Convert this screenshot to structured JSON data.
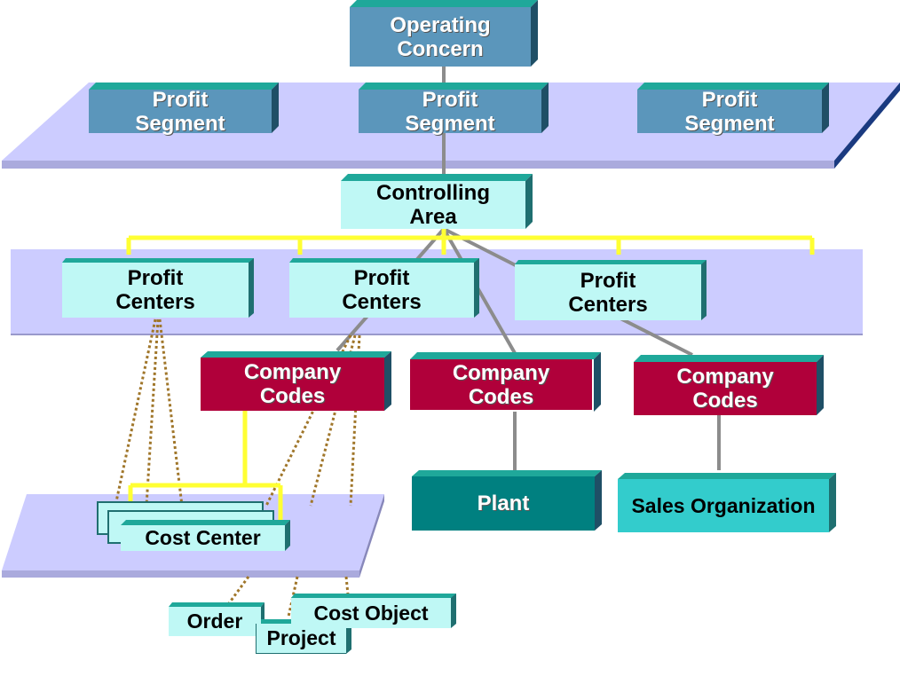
{
  "operating_concern": "Operating Concern",
  "profit_segments": [
    "Profit Segment",
    "Profit Segment",
    "Profit Segment"
  ],
  "controlling_area": "Controlling Area",
  "profit_centers": [
    "Profit Centers",
    "Profit Centers",
    "Profit Centers"
  ],
  "company_codes": [
    "Company Codes",
    "Company Codes",
    "Company Codes"
  ],
  "plant": "Plant",
  "sales_organization": "Sales Organization",
  "cost_center": "Cost Center",
  "order": "Order",
  "cost_object": "Cost Object",
  "project": "Project",
  "colors": {
    "plane": "#ccccff",
    "operating_concern": "#5b96bb",
    "profit_segment": "#5b96bb",
    "controlling_area": "#bff8f5",
    "profit_center": "#bff8f5",
    "company_code": "#b0003a",
    "plant": "#008080",
    "sales_organization": "#33cccc",
    "link_highlight": "#ffff33",
    "link_dotted": "#a0762a",
    "link_solid": "#8c8c8c"
  }
}
